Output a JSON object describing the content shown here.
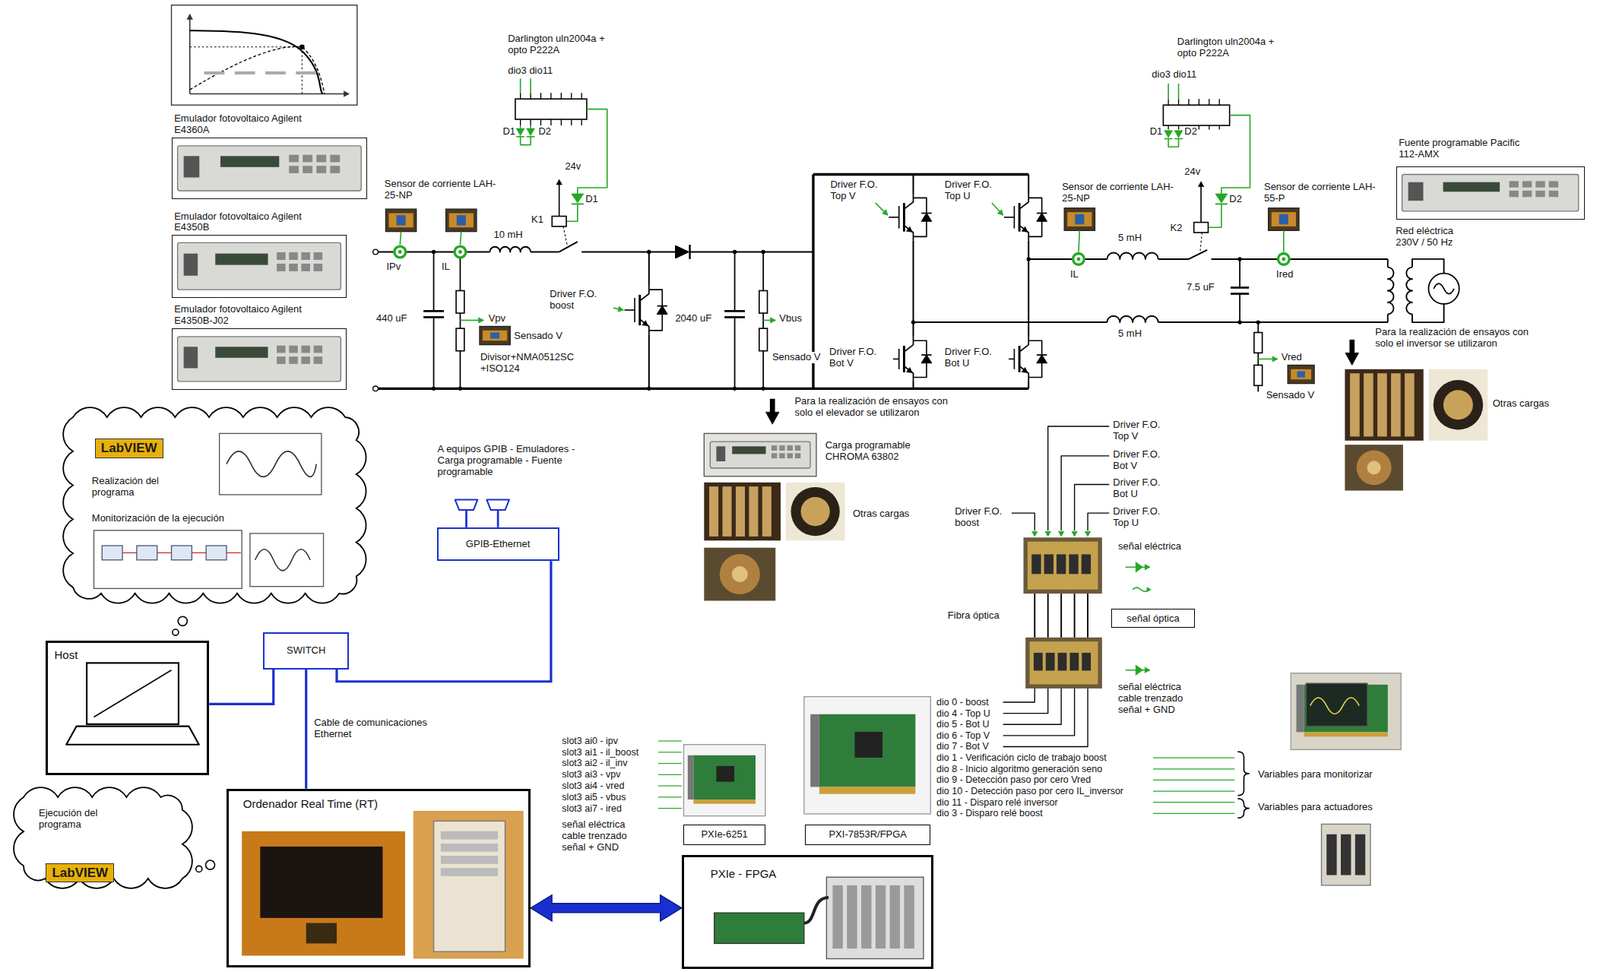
{
  "diagram": {
    "nodes": [
      {
        "text": [
          "Emulador fotovoltaico Agilent E4360A"
        ]
      },
      {
        "text": [
          "Emulador fotovoltaico Agilent E4350B"
        ]
      },
      {
        "text": [
          "Emulador fotovoltaico Agilent E4350B-J02"
        ]
      },
      {
        "text": [
          "Realización del programa",
          "Monitorización de la ejecución"
        ]
      },
      {
        "text": [
          "Host"
        ]
      },
      {
        "text": [
          "SWITCH"
        ]
      },
      {
        "text": [
          "GPIB-Ethernet"
        ]
      },
      {
        "text": [
          "Ejecución del programa"
        ]
      },
      {
        "text": [
          "Ordenador Real Time (RT)"
        ]
      },
      {
        "text": [
          "PXIe - FPGA"
        ]
      },
      {
        "text": [
          "PXIe-6251"
        ]
      },
      {
        "text": [
          "PXI-7853R/FPGA"
        ]
      },
      {
        "text": [
          "señal óptica"
        ]
      },
      {
        "text": [
          "Fuente programable Pacific 112-AMX"
        ]
      }
    ],
    "edges": [
      {
        "from": 4,
        "to": 5,
        "arrow": "none"
      },
      {
        "from": 5,
        "to": 6,
        "arrow": "none"
      },
      {
        "from": 5,
        "to": 8,
        "label": "Cable de comunicaciones Ethernet",
        "arrow": "none"
      },
      {
        "from": 8,
        "to": 9,
        "arrow": "both"
      }
    ],
    "labels": [
      "Darlington uln2004a + opto P222A",
      "dio3 dio11",
      "D1",
      "D2",
      "Darlington uln2004a + opto P222A",
      "dio3 dio11",
      "D1",
      "D2",
      "Sensor de corriente LAH-25-NP",
      "24v",
      "D1",
      "K1",
      "IPv",
      "IL",
      "10 mH",
      "440 uF",
      "Vpv",
      "Sensado V",
      "Divisor+NMA0512SC +ISO124",
      "Driver F.O. boost",
      "2040 uF",
      "Vbus",
      "Sensado V",
      "Driver F.O. Top V",
      "Driver F.O. Top U",
      "Driver F.O. Bot V",
      "Driver F.O. Bot U",
      "Sensor de corriente LAH-25-NP",
      "24v",
      "D2",
      "K2",
      "Sensor de corriente LAH-55-P",
      "IL",
      "5 mH",
      "5 mH",
      "7.5 uF",
      "Ired",
      "Vred",
      "Sensado V",
      "Red eléctrica 230V / 50 Hz",
      "Para la realización de ensayos con solo el inversor se utilizaron",
      "Otras cargas",
      "Para la realización de ensayos con solo el elevador se utilizaron",
      "Carga programable CHROMA 63802",
      "Otras cargas",
      "LabVIEW",
      "A equipos GPIB - Emuladores - Carga programable - Fuente programable",
      "Driver F.O. Top V",
      "Driver F.O. Bot V",
      "Driver F.O. Bot U",
      "Driver F.O. Top U",
      "Driver F.O. boost",
      "señal eléctrica",
      "Fibra óptica",
      "señal eléctrica cable trenzado señal + GND",
      "LabVIEW",
      "dio 0 - boost",
      "dio 4 - Top U",
      "dio 5 - Bot U",
      "dio 6 - Top V",
      "dio 7 - Bot V",
      "dio 1 - Verificación ciclo de trabajo boost",
      "dio 8 - Inicio algoritmo generación seno",
      "dio 9 - Detección paso por cero Vred",
      "dio 10 - Detección paso por cero IL_inversor",
      "dio 11 - Disparo relé inversor",
      "dio 3 - Disparo relé boost",
      "slot3 ai0 - ipv",
      "slot3 ai1 - il_boost",
      "slot3 ai2 - il_inv",
      "slot3 ai3 - vpv",
      "slot3 ai4 - vred",
      "slot3 ai5 - vbus",
      "slot3 ai7 - ired",
      "señal eléctrica cable trenzado señal + GND",
      "Variables para monitorizar",
      "Variables para actuadores"
    ]
  }
}
